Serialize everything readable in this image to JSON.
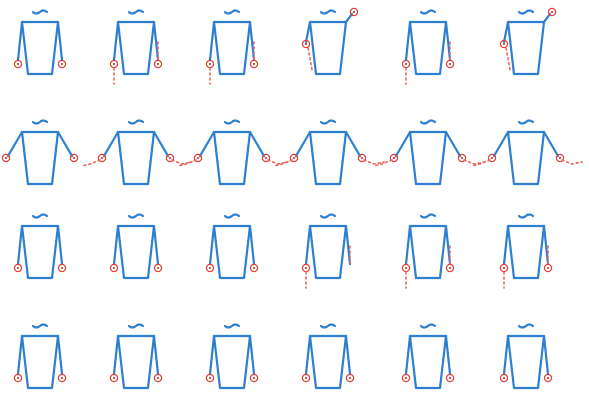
{
  "palette": {
    "torso": "#2d7fd0",
    "marker": "#e0403a",
    "trail": "#e86a5e",
    "background": "#ffffff"
  },
  "grid": {
    "rows": 4,
    "cols": 6
  },
  "figures": [
    {
      "row": 0,
      "col": 0,
      "pose": "arms-down",
      "markers": 2
    },
    {
      "row": 0,
      "col": 1,
      "pose": "arms-down-trail",
      "markers": 2
    },
    {
      "row": 0,
      "col": 2,
      "pose": "arms-down-trail",
      "markers": 2
    },
    {
      "row": 0,
      "col": 3,
      "pose": "arm-raised-right",
      "markers": 2
    },
    {
      "row": 0,
      "col": 4,
      "pose": "arms-down-trail",
      "markers": 2
    },
    {
      "row": 0,
      "col": 5,
      "pose": "arm-raised-right",
      "markers": 2
    },
    {
      "row": 1,
      "col": 0,
      "pose": "arms-out",
      "markers": 2
    },
    {
      "row": 1,
      "col": 1,
      "pose": "arms-out-trail",
      "markers": 2
    },
    {
      "row": 1,
      "col": 2,
      "pose": "arms-out-trail",
      "markers": 2
    },
    {
      "row": 1,
      "col": 3,
      "pose": "arms-out-trail",
      "markers": 2
    },
    {
      "row": 1,
      "col": 4,
      "pose": "arms-out-trail",
      "markers": 2
    },
    {
      "row": 1,
      "col": 5,
      "pose": "arms-out-trail",
      "markers": 2
    },
    {
      "row": 2,
      "col": 0,
      "pose": "arms-down",
      "markers": 2
    },
    {
      "row": 2,
      "col": 1,
      "pose": "arms-down",
      "markers": 2
    },
    {
      "row": 2,
      "col": 2,
      "pose": "arms-down",
      "markers": 2
    },
    {
      "row": 2,
      "col": 3,
      "pose": "arms-down-trail",
      "markers": 1
    },
    {
      "row": 2,
      "col": 4,
      "pose": "arms-down-trail",
      "markers": 2
    },
    {
      "row": 2,
      "col": 5,
      "pose": "arms-down-trail",
      "markers": 2
    },
    {
      "row": 3,
      "col": 0,
      "pose": "arms-down",
      "markers": 2
    },
    {
      "row": 3,
      "col": 1,
      "pose": "arms-down",
      "markers": 2
    },
    {
      "row": 3,
      "col": 2,
      "pose": "arms-down",
      "markers": 2
    },
    {
      "row": 3,
      "col": 3,
      "pose": "arms-down",
      "markers": 2
    },
    {
      "row": 3,
      "col": 4,
      "pose": "arms-down",
      "markers": 2
    },
    {
      "row": 3,
      "col": 5,
      "pose": "arms-down",
      "markers": 2
    }
  ]
}
